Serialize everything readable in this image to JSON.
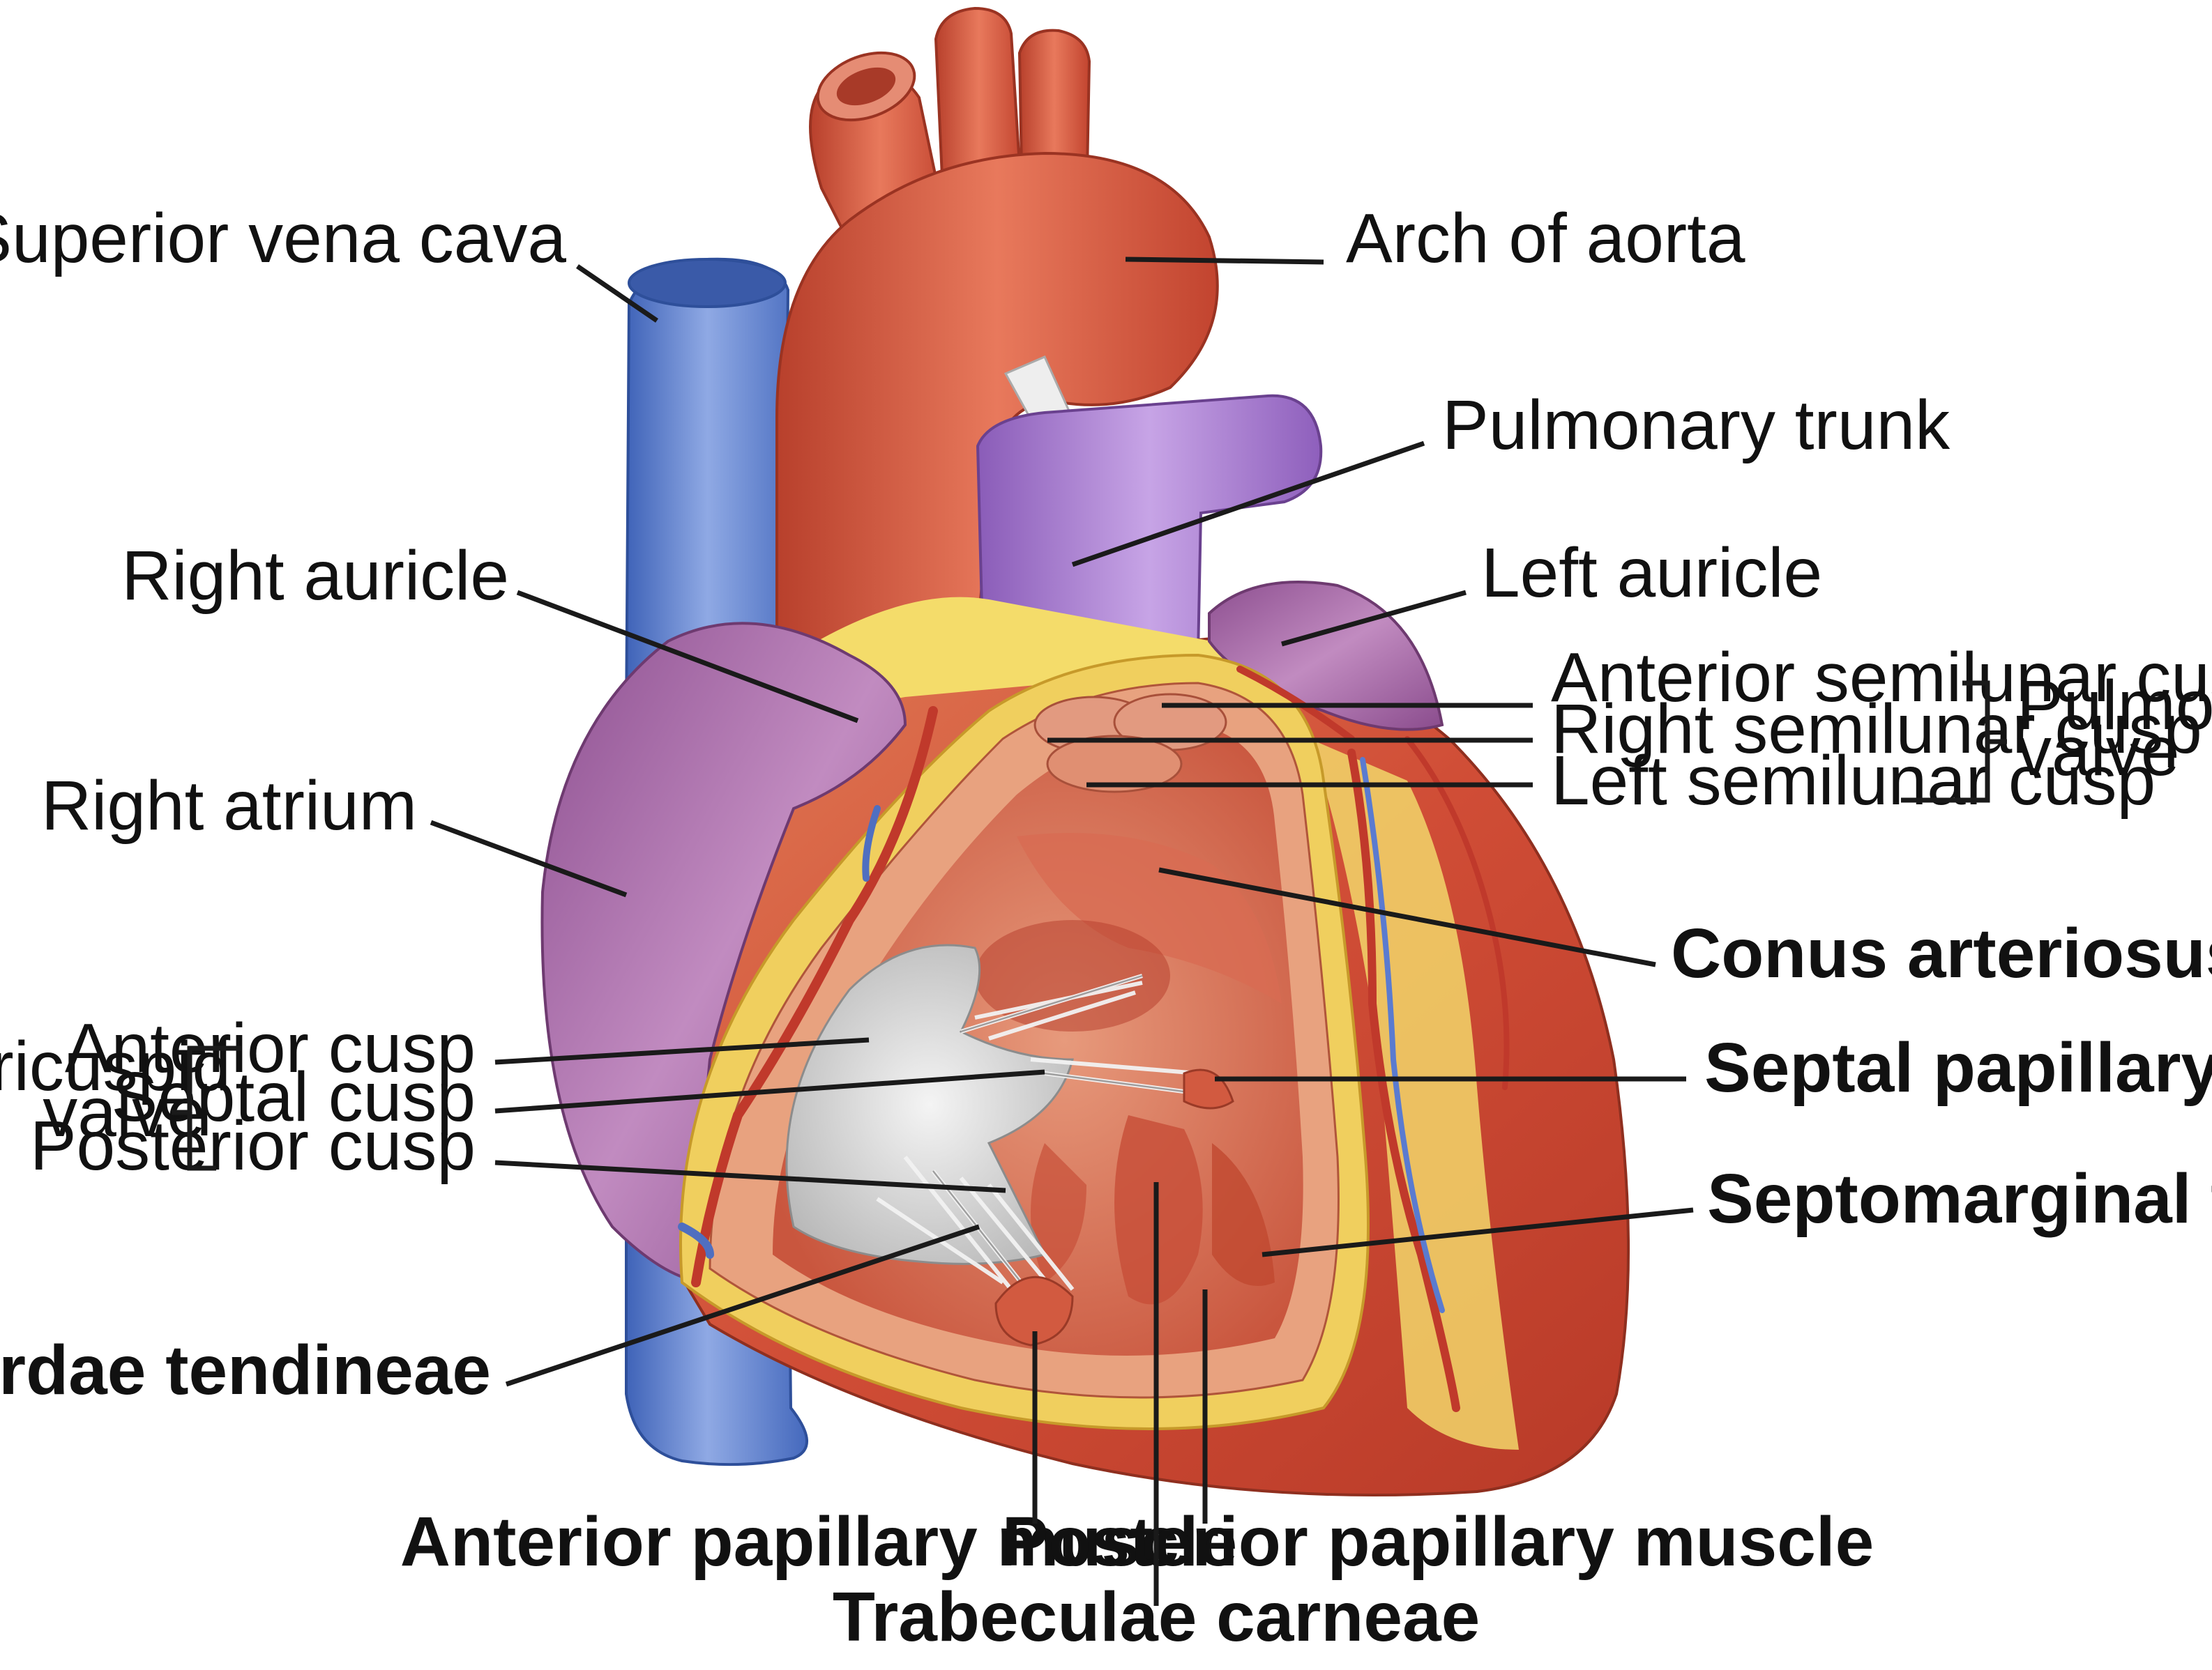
{
  "labels": {
    "superior_vena_cava": "Superior vena cava",
    "arch_of_aorta": "Arch of aorta",
    "pulmonary_trunk": "Pulmonary trunk",
    "right_auricle": "Right auricle",
    "left_auricle": "Left auricle",
    "anterior_semilunar_cusp": "Anterior semilunar cusp",
    "right_semilunar_cusp": "Right semilunar cusp",
    "left_semilunar_cusp": "Left semilunar cusp",
    "pulmonary_valve_line1": "Pulmonary",
    "pulmonary_valve_line2": "valve",
    "right_atrium": "Right atrium",
    "conus_arteriosus": "Conus arteriosus",
    "tricuspid_valve_line1": "Tricuspid",
    "tricuspid_valve_line2": "valve",
    "anterior_cusp": "Anterior cusp",
    "septal_cusp": "Septal cusp",
    "posterior_cusp": "Posterior cusp",
    "septal_papillary_muscle": "Septal papillary muscle",
    "septomarginal_trabecula": "Septomarginal trabecula",
    "chordae_tendineae": "Chordae tendineae",
    "anterior_papillary_muscle": "Anterior papillary muscle",
    "posterior_papillary_muscle": "Posterior papillary muscle",
    "trabeculae_carneae": "Trabeculae carneae"
  },
  "colors": {
    "vein_blue": "#5b7fd0",
    "aorta_red": "#d4553b",
    "pulmonary_purple": "#9b6fc4",
    "atrium_purple": "#9e5f9f",
    "fat_yellow": "#f4dc6a",
    "myocardium": "#d0523a",
    "ventricle_interior": "#d9856a",
    "valve_gray": "#dcdcdc"
  }
}
